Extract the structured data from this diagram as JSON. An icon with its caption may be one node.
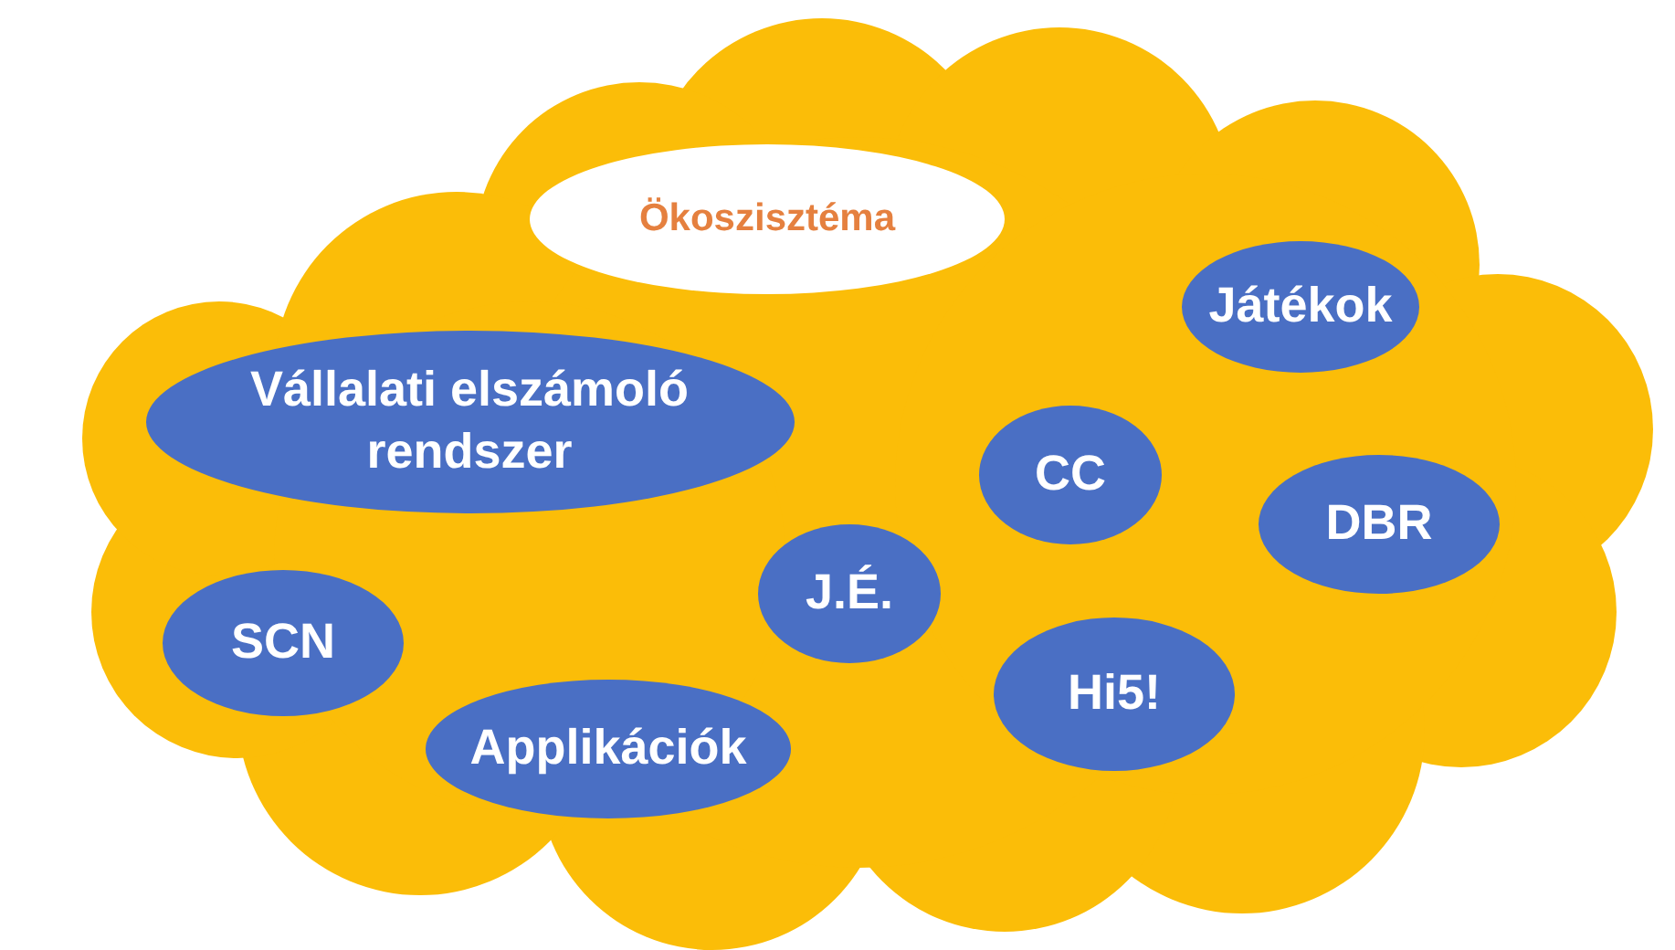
{
  "diagram": {
    "nodes": [
      {
        "text": [],
        "shape": "cloud"
      },
      {
        "text": [
          "Ökoszisztéma"
        ],
        "in": 0
      },
      {
        "text": [
          "Játékok"
        ],
        "in": 0
      },
      {
        "text": [
          "Vállalati elszámoló rendszer"
        ],
        "in": 0
      },
      {
        "text": [
          "CC"
        ],
        "in": 0
      },
      {
        "text": [
          "DBR"
        ],
        "in": 0
      },
      {
        "text": [
          "SCN"
        ],
        "in": 0
      },
      {
        "text": [
          "J.É."
        ],
        "in": 0
      },
      {
        "text": [
          "Hi5!"
        ],
        "in": 0
      },
      {
        "text": [
          "Applikációk"
        ],
        "in": 0
      }
    ],
    "edges": []
  }
}
